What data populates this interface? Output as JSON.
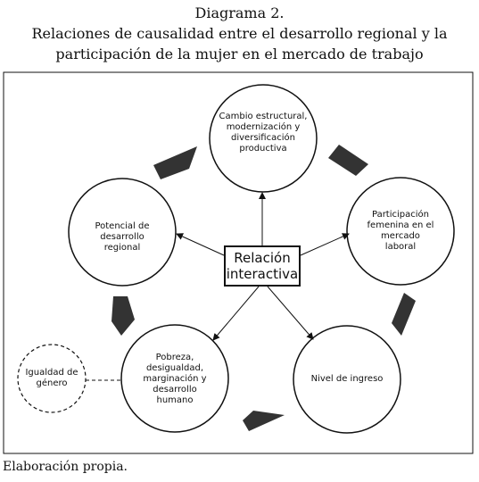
{
  "header": {
    "line1": "Diagrama 2.",
    "line2": "Relaciones de causalidad entre el desarrollo regional y la",
    "line3": "participación de la mujer en el mercado de trabajo"
  },
  "diagram": {
    "center": "Relación interactiva",
    "nodes": {
      "cambio": "Cambio estructural, modernización y diversificación productiva",
      "participacion": "Participación femenina en el mercado laboral",
      "nivel": "Nivel de ingreso",
      "pobreza": "Pobreza, desigualdad, marginación y desarrollo humano",
      "potencial": "Potencial de desarrollo regional",
      "igualdad": "Igualdad de género"
    }
  },
  "footer": {
    "source": "Elaboración propia."
  }
}
